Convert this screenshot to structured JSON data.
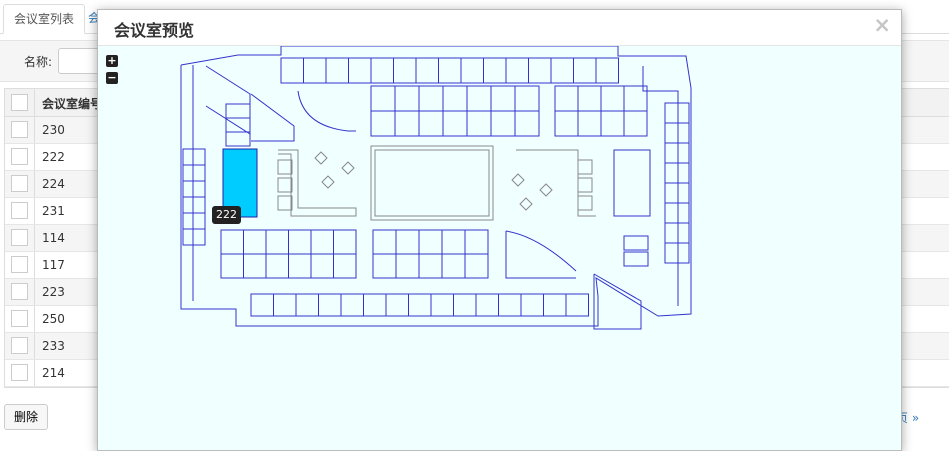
{
  "tabs": [
    {
      "label": "会议室列表"
    },
    {
      "label": "会"
    }
  ],
  "filter": {
    "name_label": "名称:"
  },
  "table": {
    "header": "会议室编号",
    "rows": [
      "230",
      "222",
      "224",
      "231",
      "114",
      "117",
      "223",
      "250",
      "233",
      "214"
    ]
  },
  "buttons": {
    "delete": "删除",
    "next": "下一页 »"
  },
  "modal": {
    "title": "会议室预览",
    "close": "×",
    "zoom_in": "+",
    "zoom_out": "−",
    "highlight_label": "222",
    "highlight_color": "#00ccff",
    "line_color": "#3333cc"
  }
}
